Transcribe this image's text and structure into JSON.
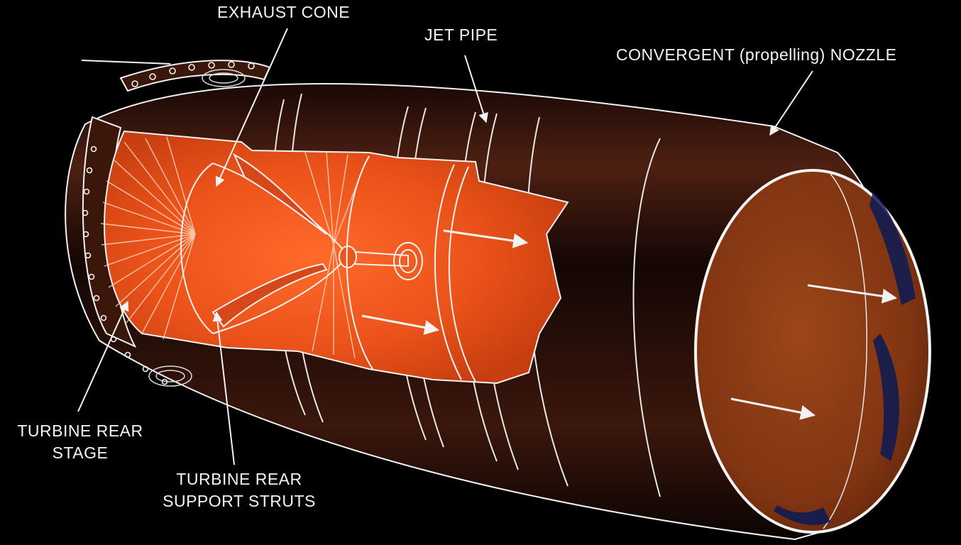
{
  "labels": {
    "exhaust_cone": "EXHAUST CONE",
    "jet_pipe": "JET PIPE",
    "nozzle": "CONVERGENT (propelling) NOZZLE",
    "turbine_stage_line1": "TURBINE REAR",
    "turbine_stage_line2": "STAGE",
    "struts_line1": "TURBINE REAR",
    "struts_line2": "SUPPORT STRUTS"
  },
  "colors": {
    "background": "#000000",
    "hot_gas": "#e8561c",
    "hot_gas_glow": "#ff7a3a",
    "casing_dark": "#2a0f08",
    "casing_highlight": "#5a2616",
    "nozzle_interior": "#8a3b14",
    "outline": "#f2f2f2",
    "nozzle_stain": "#0a1a55"
  }
}
